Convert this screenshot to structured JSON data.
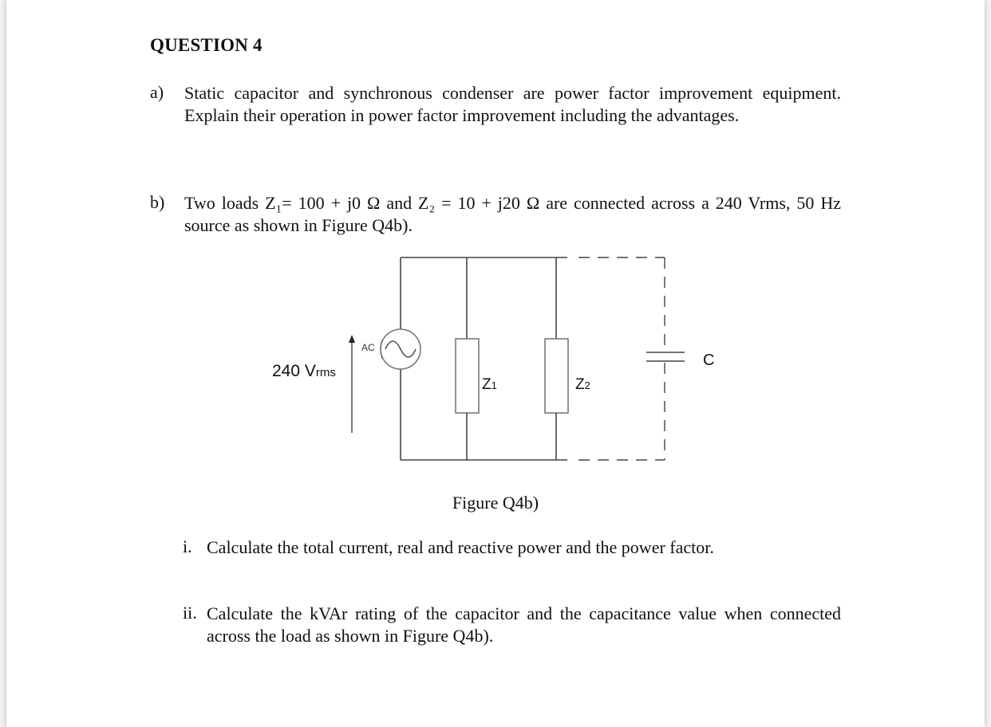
{
  "question": {
    "title": "QUESTION 4",
    "part_a": {
      "label": "a)",
      "text": "Static capacitor and synchronous condenser are power factor improvement equipment. Explain their operation in power factor improvement including the advantages."
    },
    "part_b": {
      "label": "b)",
      "text": "Two loads Z₁= 100 + j0 Ω and Z₂ = 10 + j20 Ω are connected across a 240 Vrms, 50 Hz source as shown in Figure Q4b)."
    },
    "figure": {
      "caption": "Figure Q4b)",
      "source_label_main": "240 V",
      "source_label_sub": "rms",
      "ac_label": "AC",
      "z1_label_main": "Z",
      "z1_label_sub": "1",
      "z2_label_main": "Z",
      "z2_label_sub": "2",
      "capacitor_label": "C"
    },
    "sub_i": {
      "label": "i.",
      "text": "Calculate the total current, real and reactive power and the power factor."
    },
    "sub_ii": {
      "label": "ii.",
      "text": "Calculate the kVAr rating of the capacitor and the capacitance value when connected across the load as shown in Figure Q4b)."
    }
  }
}
